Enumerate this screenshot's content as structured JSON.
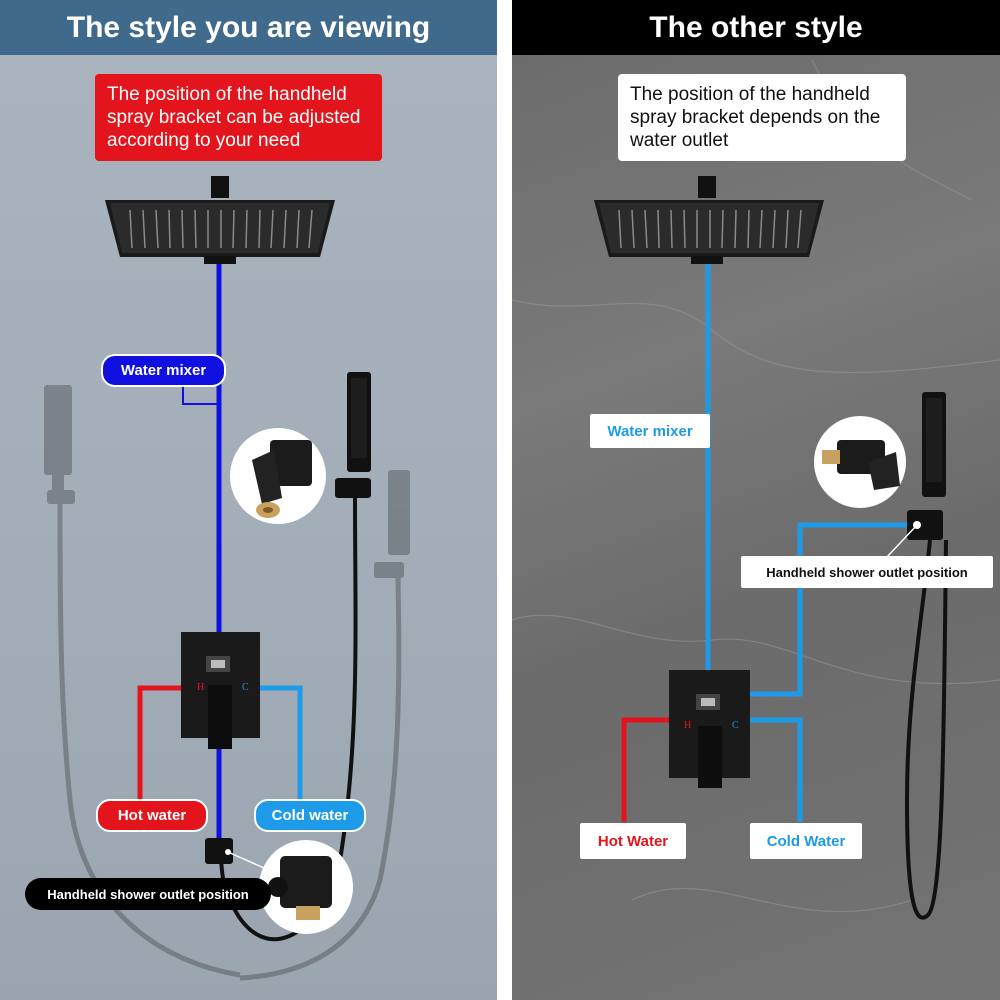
{
  "left": {
    "header": "The style you are viewing",
    "note": "The position of the handheld spray bracket can be adjusted according to your need",
    "labels": {
      "water_mixer": "Water  mixer",
      "hot_water": "Hot  water",
      "cold_water": "Cold  water",
      "outlet": "Handheld shower outlet position"
    }
  },
  "right": {
    "header": "The other style",
    "note": "The position of the handheld spray bracket depends on the water outlet",
    "labels": {
      "water_mixer": "Water mixer",
      "hot_water": "Hot Water",
      "cold_water": "Cold Water",
      "outlet": "Handheld shower outlet position"
    }
  },
  "valve_marks": {
    "hot": "H",
    "cold": "C"
  },
  "colors": {
    "left_header": "#3f6a8c",
    "right_header": "#000000",
    "hot_line": "#e3141b",
    "cold_line": "#1e9be8",
    "mixer_line_left": "#1010e0",
    "mixer_line_right": "#1e9be8"
  },
  "icons": [
    "rain-shower-head-icon",
    "hand-shower-icon",
    "shower-valve-icon",
    "holder-bracket-icon",
    "outlet-elbow-icon"
  ]
}
